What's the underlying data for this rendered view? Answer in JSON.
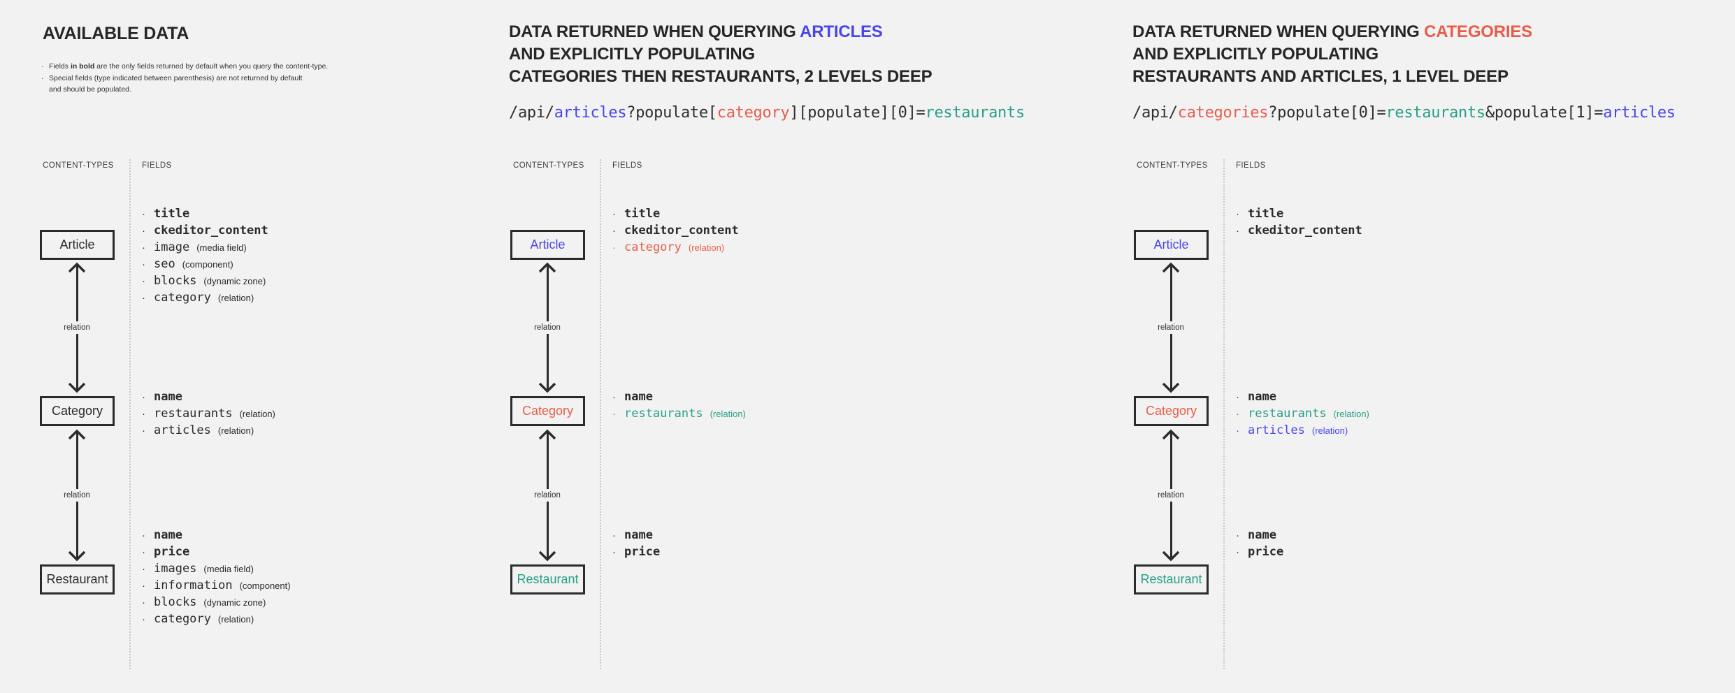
{
  "background": "#f2f2f2",
  "colors": {
    "dark": "#2b2b2b",
    "blue": "#4845ec",
    "red": "#e85d4a",
    "teal": "#28a085"
  },
  "lane_labels": {
    "content_types": "CONTENT-TYPES",
    "fields": "FIELDS"
  },
  "relation_label": "relation",
  "bullet_glyph": "·",
  "columns": [
    {
      "id": "available-data",
      "title_lines": [
        [
          {
            "t": "AVAILABLE DATA"
          }
        ]
      ],
      "notes": [
        [
          {
            "t": "Fields "
          },
          {
            "t": "in bold",
            "b": true
          },
          {
            "t": " are the only fields returned by default when you query the content-type."
          }
        ],
        [
          {
            "t": "Special fields (type indicated between parenthesis) are not returned by default\nand should be populated."
          }
        ]
      ],
      "entities": [
        {
          "label": "Article",
          "color": "dark",
          "fields": [
            {
              "name": "title",
              "bold": true
            },
            {
              "name": "ckeditor_content",
              "bold": true
            },
            {
              "name": "image",
              "type": "(media field)"
            },
            {
              "name": "seo",
              "type": "(component)"
            },
            {
              "name": "blocks",
              "type": "(dynamic zone)"
            },
            {
              "name": "category",
              "type": "(relation)"
            }
          ]
        },
        {
          "label": "Category",
          "color": "dark",
          "fields": [
            {
              "name": "name",
              "bold": true
            },
            {
              "name": "restaurants",
              "type": "(relation)"
            },
            {
              "name": "articles",
              "type": "(relation)"
            }
          ]
        },
        {
          "label": "Restaurant",
          "color": "dark",
          "fields": [
            {
              "name": "name",
              "bold": true
            },
            {
              "name": "price",
              "bold": true
            },
            {
              "name": "images",
              "type": "(media field)"
            },
            {
              "name": "information",
              "type": "(component)"
            },
            {
              "name": "blocks",
              "type": "(dynamic zone)"
            },
            {
              "name": "category",
              "type": "(relation)"
            }
          ]
        }
      ]
    },
    {
      "id": "query-articles",
      "title_lines": [
        [
          {
            "t": "DATA RETURNED WHEN QUERYING "
          },
          {
            "t": "ARTICLES",
            "c": "blue"
          }
        ],
        [
          {
            "t": "AND EXPLICITLY POPULATING"
          }
        ],
        [
          {
            "t": "CATEGORIES THEN RESTAURANTS, 2 LEVELS DEEP"
          }
        ]
      ],
      "code": [
        {
          "t": "/api/"
        },
        {
          "t": "articles",
          "c": "blue"
        },
        {
          "t": "?populate["
        },
        {
          "t": "category",
          "c": "red"
        },
        {
          "t": "][populate][0]="
        },
        {
          "t": "restaurants",
          "c": "teal"
        }
      ],
      "entities": [
        {
          "label": "Article",
          "color": "blue",
          "fields": [
            {
              "name": "title",
              "bold": true
            },
            {
              "name": "ckeditor_content",
              "bold": true
            },
            {
              "name": "category",
              "type": "(relation)",
              "color": "red"
            }
          ]
        },
        {
          "label": "Category",
          "color": "red",
          "fields": [
            {
              "name": "name",
              "bold": true
            },
            {
              "name": "restaurants",
              "type": "(relation)",
              "color": "teal"
            }
          ]
        },
        {
          "label": "Restaurant",
          "color": "teal",
          "fields": [
            {
              "name": "name",
              "bold": true
            },
            {
              "name": "price",
              "bold": true
            }
          ]
        }
      ]
    },
    {
      "id": "query-categories",
      "title_lines": [
        [
          {
            "t": "DATA RETURNED WHEN QUERYING "
          },
          {
            "t": "CATEGORIES",
            "c": "red"
          }
        ],
        [
          {
            "t": "AND EXPLICITLY POPULATING"
          }
        ],
        [
          {
            "t": "RESTAURANTS AND ARTICLES, 1 LEVEL DEEP"
          }
        ]
      ],
      "code": [
        {
          "t": "/api/"
        },
        {
          "t": "categories",
          "c": "red"
        },
        {
          "t": "?populate[0]="
        },
        {
          "t": "restaurants",
          "c": "teal"
        },
        {
          "t": "&populate[1]="
        },
        {
          "t": "articles",
          "c": "blue"
        }
      ],
      "entities": [
        {
          "label": "Article",
          "color": "blue",
          "fields": [
            {
              "name": "title",
              "bold": true
            },
            {
              "name": "ckeditor_content",
              "bold": true
            }
          ]
        },
        {
          "label": "Category",
          "color": "red",
          "fields": [
            {
              "name": "name",
              "bold": true
            },
            {
              "name": "restaurants",
              "type": "(relation)",
              "color": "teal"
            },
            {
              "name": "articles",
              "type": "(relation)",
              "color": "blue"
            }
          ]
        },
        {
          "label": "Restaurant",
          "color": "teal",
          "fields": [
            {
              "name": "name",
              "bold": true
            },
            {
              "name": "price",
              "bold": true
            }
          ]
        }
      ]
    }
  ]
}
